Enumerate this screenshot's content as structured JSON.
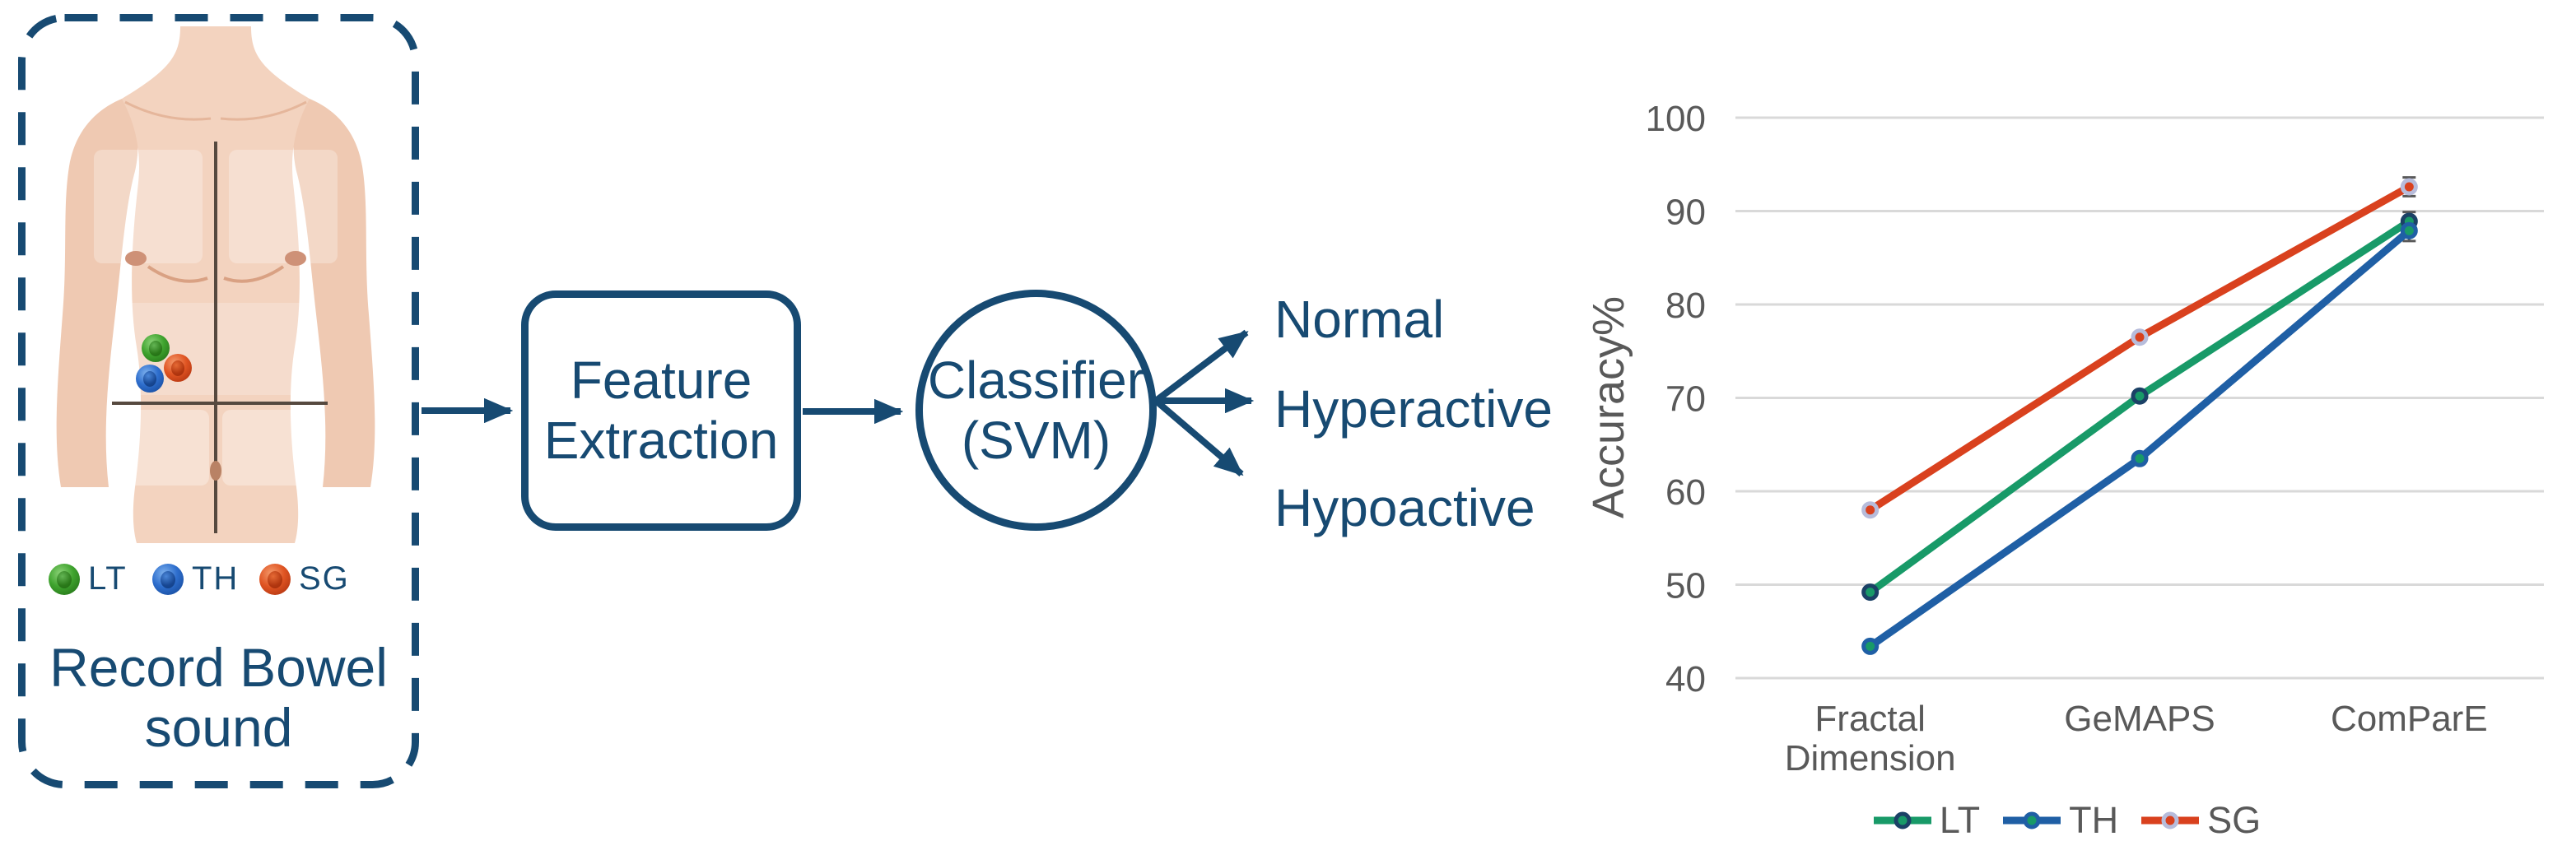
{
  "figure": {
    "background": "#FFFFFF",
    "accent_color": "#174A72"
  },
  "diagram": {
    "panel": {
      "caption_line1": "Record Bowel",
      "caption_line2": "sound",
      "sensors": [
        {
          "label": "LT",
          "color": "#3FA32E"
        },
        {
          "label": "TH",
          "color": "#2E6ECD"
        },
        {
          "label": "SG",
          "color": "#E05523"
        }
      ]
    },
    "feature_box_line1": "Feature",
    "feature_box_line2": "Extraction",
    "classifier_line1": "Classifier",
    "classifier_line2": "(SVM)",
    "outputs": [
      "Normal",
      "Hyperactive",
      "Hypoactive"
    ]
  },
  "chart_data": {
    "type": "line",
    "title": "",
    "categories": [
      "Fractal\nDimension",
      "GeMAPS",
      "ComParE"
    ],
    "series": [
      {
        "name": "LT",
        "color": "#189A68",
        "marker_fill": "#189A68",
        "marker_ring": "#1B4166",
        "values": [
          49.2,
          70.2,
          88.9
        ],
        "error": [
          null,
          null,
          1.0
        ]
      },
      {
        "name": "TH",
        "color": "#1F5FA5",
        "marker_fill": "#189A68",
        "marker_ring": "#1F5FA5",
        "values": [
          43.4,
          63.5,
          87.9
        ],
        "error": [
          null,
          null,
          1.1
        ]
      },
      {
        "name": "SG",
        "color": "#D9411E",
        "marker_fill": "#D9411E",
        "marker_ring": "#B7BCDB",
        "values": [
          58.0,
          76.5,
          92.6
        ],
        "error": [
          null,
          null,
          1.0
        ]
      }
    ],
    "xlabel": "",
    "ylabel": "Accuracy%",
    "yticks": [
      40,
      50,
      60,
      70,
      80,
      90,
      100
    ],
    "ylim": [
      40,
      100
    ],
    "grid": true,
    "legend_position": "bottom",
    "axis_text_color": "#595959",
    "gridline_color": "#D9D9D9",
    "errorbar_color": "#595959"
  }
}
